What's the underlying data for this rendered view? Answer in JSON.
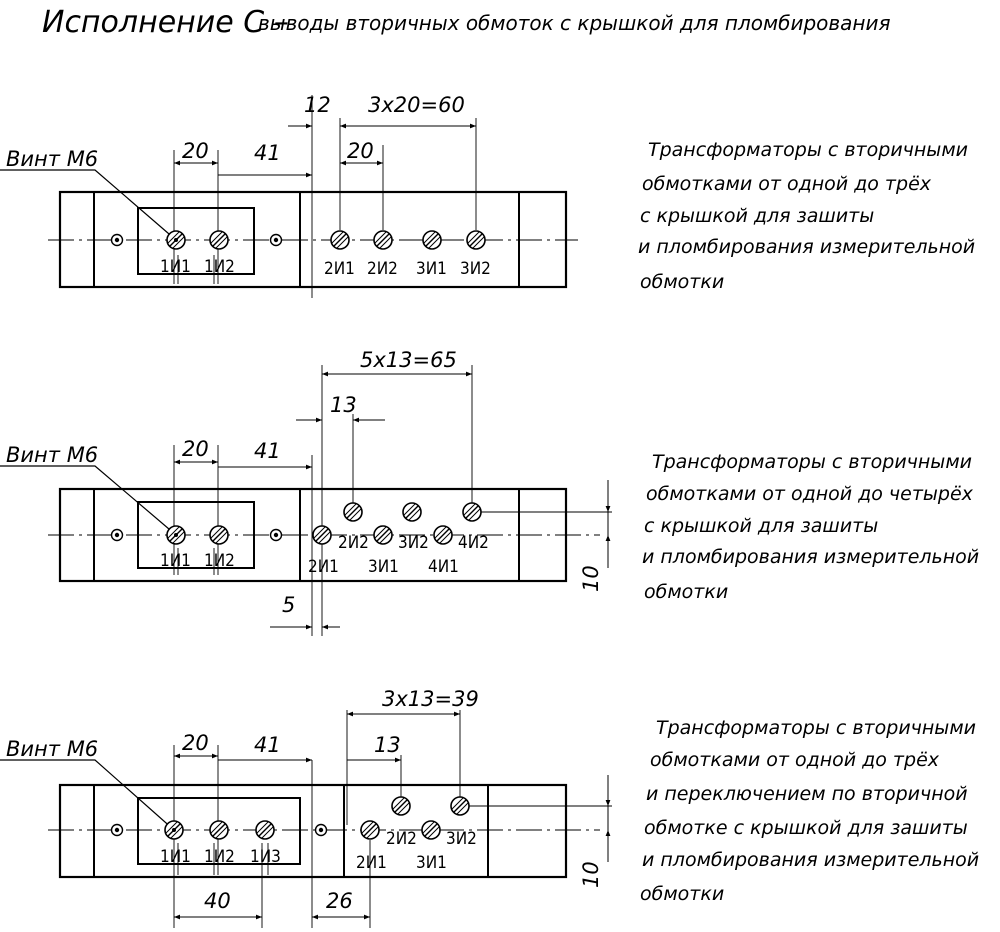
{
  "title": {
    "main": "Исполнение С –",
    "sub": "выводы вторичных обмоток с крышкой для пломбирования"
  },
  "screw_label": "Винт М6",
  "variants": [
    {
      "dims": {
        "d12": "12",
        "d3x20": "3х20=60",
        "d20a": "20",
        "d41": "41",
        "d20b": "20"
      },
      "terminals": [
        "1И1",
        "1И2",
        "2И1",
        "2И2",
        "3И1",
        "3И2"
      ],
      "description": [
        "Трансформаторы с вторичными",
        "обмотками от одной до трёх",
        "с крышкой для зашиты",
        "и пломбирования измерительной",
        "обмотки"
      ]
    },
    {
      "dims": {
        "d5x13": "5х13=65",
        "d13": "13",
        "d20": "20",
        "d41": "41",
        "d5": "5",
        "d10": "10"
      },
      "terminals": [
        "1И1",
        "1И2",
        "2И1",
        "2И2",
        "3И1",
        "3И2",
        "4И1",
        "4И2"
      ],
      "description": [
        "Трансформаторы с вторичными",
        "обмотками от одной до четырёх",
        "с крышкой для зашиты",
        "и пломбирования измерительной",
        "обмотки"
      ]
    },
    {
      "dims": {
        "d3x13": "3х13=39",
        "d13": "13",
        "d20": "20",
        "d41": "41",
        "d40": "40",
        "d26": "26",
        "d10": "10"
      },
      "terminals": [
        "1И1",
        "1И2",
        "1И3",
        "2И1",
        "2И2",
        "3И1",
        "3И2"
      ],
      "description": [
        "Трансформаторы с вторичными",
        "обмотками от одной до трёх",
        "и переключением по вторичной",
        "обмотке с крышкой для зашиты",
        "и пломбирования измерительной",
        "обмотки"
      ]
    }
  ]
}
